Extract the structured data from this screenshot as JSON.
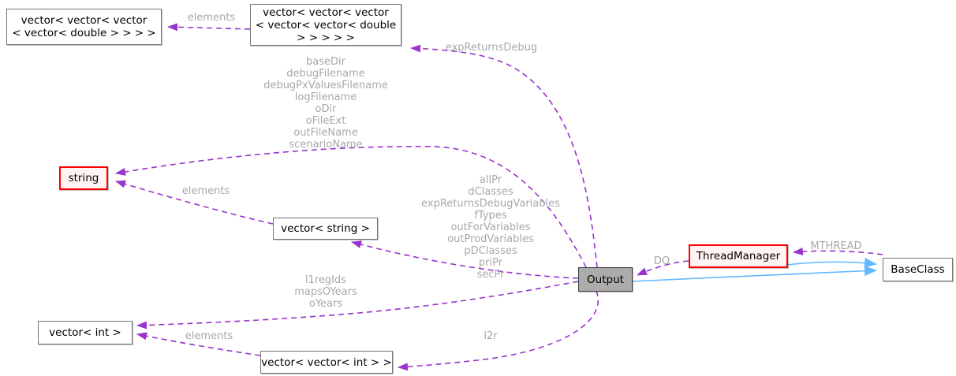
{
  "colors": {
    "usage_edge": "#9a32cd",
    "inheritance_edge": "#63b8ff",
    "edge_label_text": "#a8a8a8",
    "node_fill": "#ffffff",
    "node_border": "#757575",
    "node_text": "#000000",
    "focus_node_fill": "#ababab",
    "focus_node_border": "#3d3d3d",
    "truncated_node_border": "#ff0000",
    "truncated_node_fill": "#fff3f3"
  },
  "nodes": {
    "vec4double": {
      "label": [
        "vector< vector< vector",
        "< vector< double > > > >"
      ]
    },
    "vec5double": {
      "label": [
        "vector< vector< vector",
        "< vector< vector< double",
        "> > > > >"
      ]
    },
    "string": {
      "label": [
        "string"
      ]
    },
    "vecstring": {
      "label": [
        "vector< string >"
      ]
    },
    "output": {
      "label": [
        "Output"
      ]
    },
    "threadmanager": {
      "label": [
        "ThreadManager"
      ]
    },
    "baseclass": {
      "label": [
        "BaseClass"
      ]
    },
    "vecint": {
      "label": [
        "vector< int >"
      ]
    },
    "vecvecint": {
      "label": [
        "vector< vector< int > >"
      ]
    }
  },
  "edge_labels": {
    "vec5_to_vec4": "elements",
    "output_to_vec5": "expReturnsDebug",
    "output_to_string": [
      "baseDir",
      "debugFilename",
      "debugPxValuesFilename",
      "logFilename",
      "oDir",
      "oFileExt",
      "outFileName",
      "scenarioName"
    ],
    "vecstring_to_string": "elements",
    "output_to_vecstring": [
      "allPr",
      "dClasses",
      "expReturnsDebugVariables",
      "fTypes",
      "outForVariables",
      "outProdVariables",
      "pDClasses",
      "priPr",
      "secPr"
    ],
    "output_to_vecint": [
      "l1regIds",
      "mapsOYears",
      "oYears"
    ],
    "vecvecint_to_vecint": "elements",
    "output_to_vecvecint": "l2r",
    "threadmanager_to_output": "DO",
    "baseclass_to_threadmanager": "MTHREAD"
  }
}
